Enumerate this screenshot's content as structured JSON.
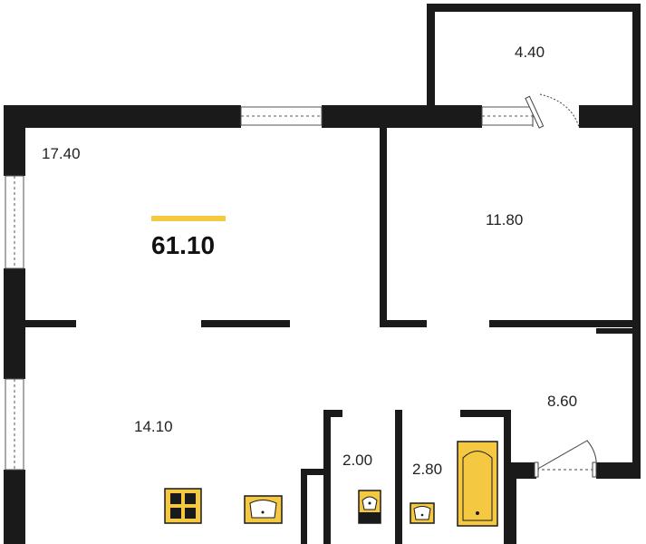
{
  "total_area": {
    "value": "61.10",
    "accent_color": "#f5c842"
  },
  "rooms": [
    {
      "id": "balcony",
      "area": "4.40"
    },
    {
      "id": "living",
      "area": "17.40"
    },
    {
      "id": "bedroom",
      "area": "11.80"
    },
    {
      "id": "kitchen",
      "area": "14.10"
    },
    {
      "id": "hallway",
      "area": "8.60"
    },
    {
      "id": "toilet",
      "area": "2.00"
    },
    {
      "id": "bathroom",
      "area": "2.80"
    }
  ],
  "colors": {
    "wall": "#1a1a1a",
    "fixture": "#f5c842",
    "window_frame": "#555555"
  },
  "icons": [
    "window-icon",
    "door-icon",
    "stove-icon",
    "sink-icon",
    "toilet-icon",
    "bathtub-icon"
  ]
}
